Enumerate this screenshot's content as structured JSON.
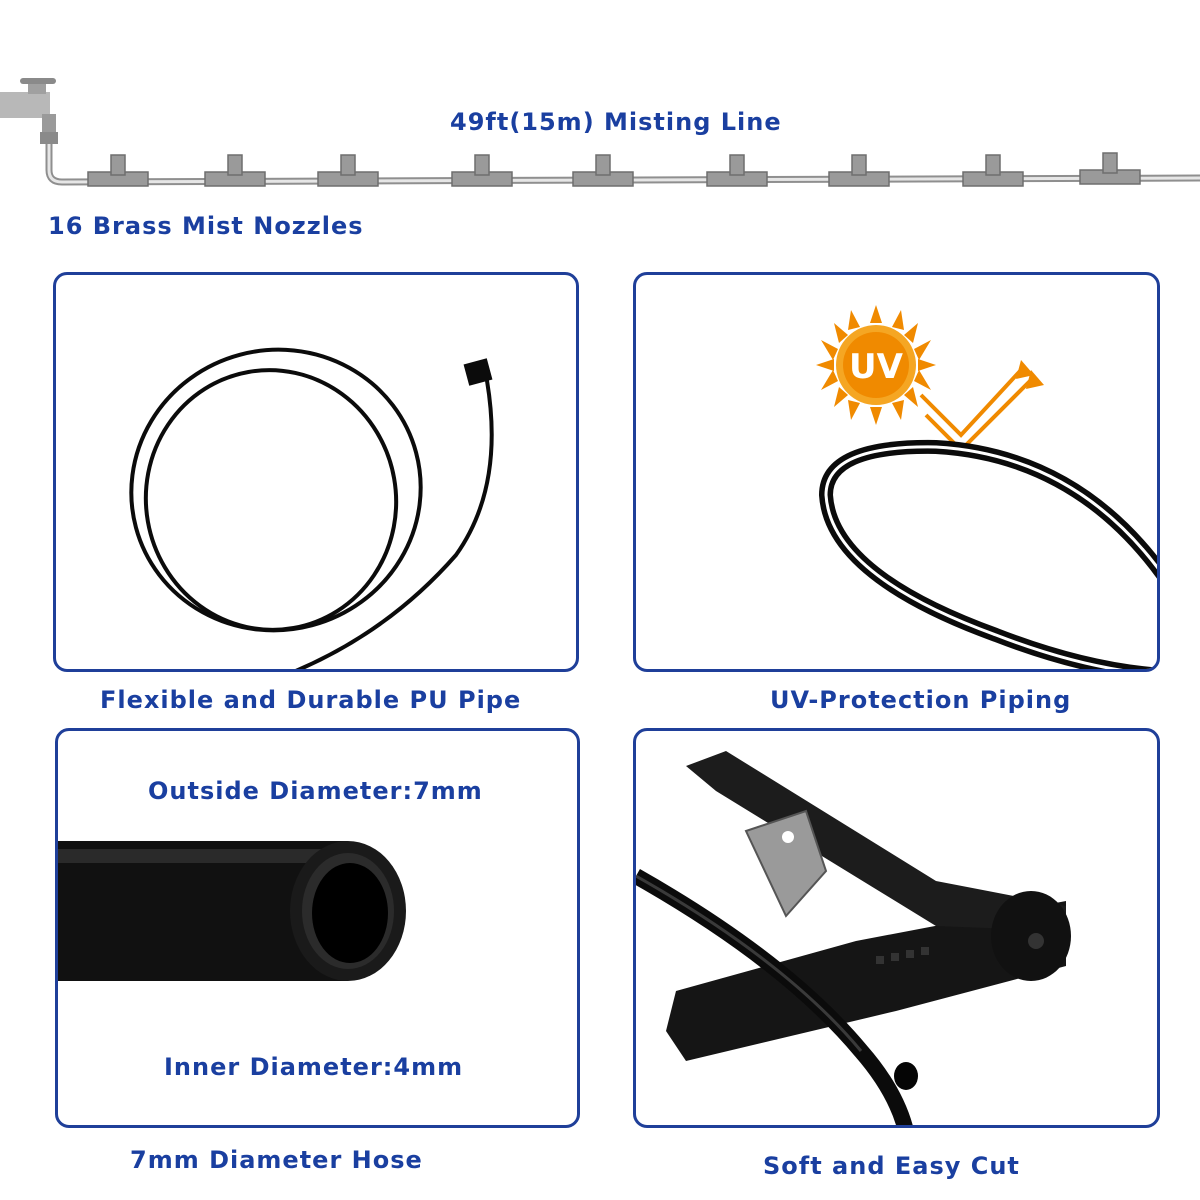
{
  "header": {
    "misting_line_label": "49ft(15m) Misting Line",
    "nozzles_label": "16 Brass Mist Nozzles"
  },
  "panels": {
    "pu_pipe": {
      "caption": "Flexible and Durable PU Pipe"
    },
    "uv": {
      "caption": "UV-Protection Piping",
      "badge": "UV"
    },
    "hose": {
      "outside": "Outside Diameter:7mm",
      "inner": "Inner Diameter:4mm",
      "caption": "7mm Diameter Hose"
    },
    "cutter": {
      "caption": "Soft and Easy Cut"
    }
  },
  "colors": {
    "label_blue": "#1a3fa0",
    "panel_border": "#1f3f99",
    "uv_orange": "#f08a00",
    "hose_black": "#0b0b0b"
  }
}
